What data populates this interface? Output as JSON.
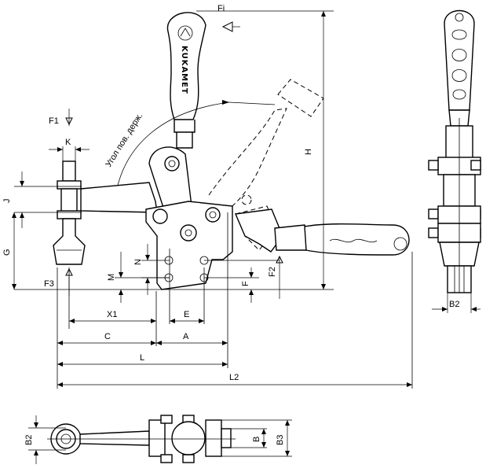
{
  "drawing": {
    "brand_text": "KUKAMET",
    "angle_text": "Угол пов. держ.",
    "labels": {
      "fi": "Fi",
      "f1": "F1",
      "k": "K",
      "h": "H",
      "j": "J",
      "g": "G",
      "n": "N",
      "m": "M",
      "f": "F",
      "f2": "F2",
      "f3": "F3",
      "x1": "X1",
      "e": "E",
      "c": "C",
      "a": "A",
      "l": "L",
      "l2": "L2",
      "b2_side": "B2",
      "b2_bottom": "B2",
      "b": "B",
      "b3": "B3"
    }
  }
}
